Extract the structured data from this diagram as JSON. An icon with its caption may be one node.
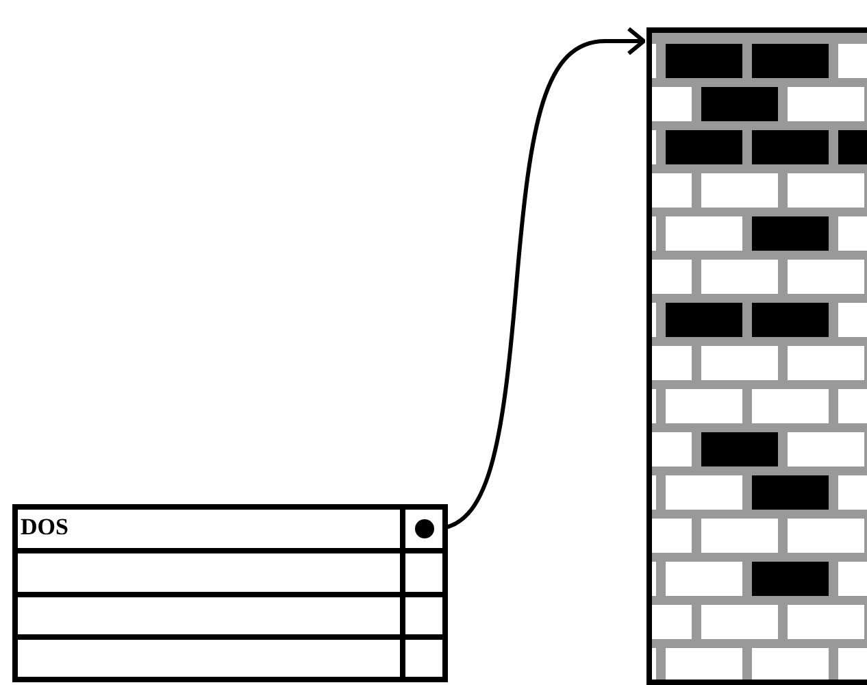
{
  "diagram": {
    "nodes": [
      {
        "text": [],
        "shape": "box"
      },
      {
        "text": [
          "DOS"
        ],
        "in": 0
      },
      {
        "text": [],
        "shape": "circle",
        "in": 1
      },
      {
        "text": [],
        "shape": "box",
        "in": 0
      },
      {
        "text": [],
        "shape": "box",
        "in": 0
      },
      {
        "text": [],
        "shape": "box",
        "in": 0
      },
      {
        "text": [],
        "shape": "box"
      }
    ],
    "edges": [
      {
        "from": 2,
        "to": 6,
        "arrow": "to"
      }
    ]
  }
}
